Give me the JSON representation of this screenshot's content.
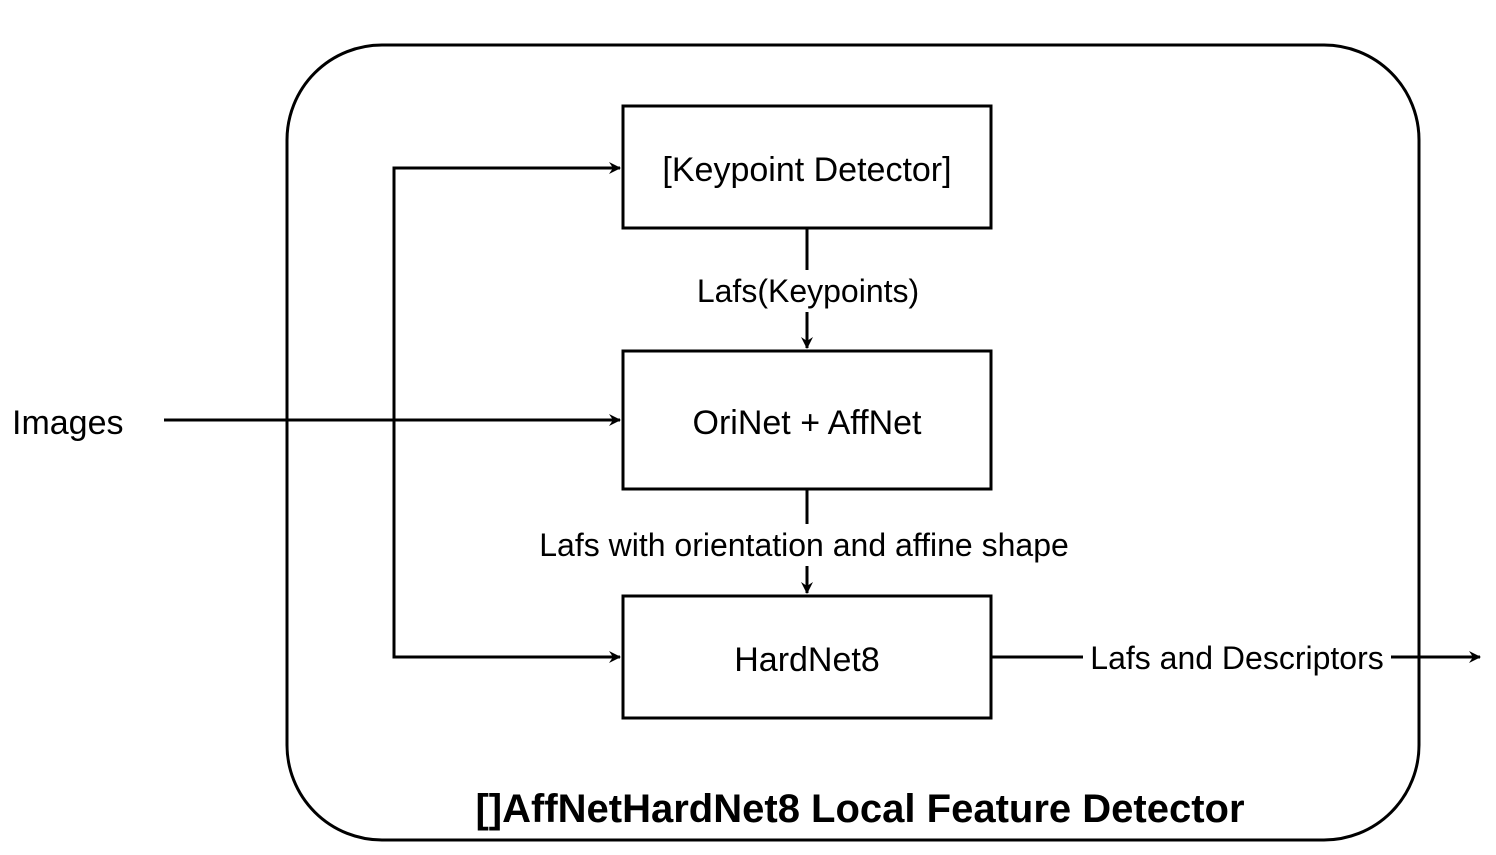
{
  "diagram": {
    "title": "[]AffNetHardNet8 Local Feature Detector",
    "input_label": "Images",
    "nodes": {
      "keypoint_detector": "[Keypoint Detector]",
      "orinet_affnet": "OriNet + AffNet",
      "hardnet8": "HardNet8"
    },
    "edges": {
      "keypoints": "Lafs(Keypoints)",
      "oriented": "Lafs with orientation and affine shape",
      "output": "Lafs and Descriptors"
    }
  }
}
